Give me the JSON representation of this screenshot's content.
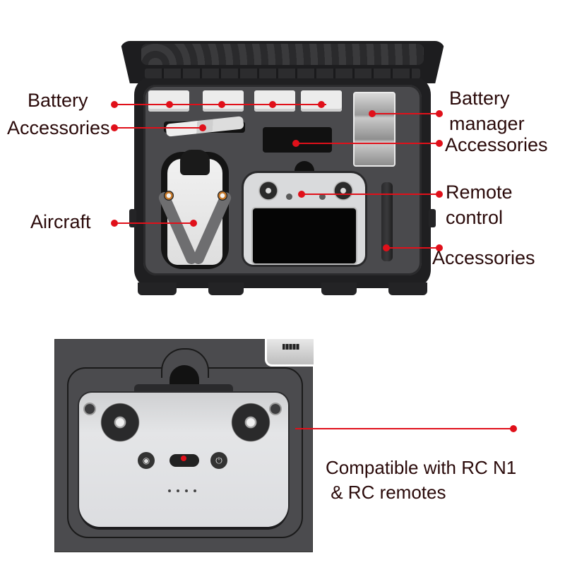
{
  "colors": {
    "text": "#2a0a0a",
    "callout_line": "#e0101a",
    "case": "#1f1f21",
    "foam": "#4a4a4d"
  },
  "top_image": {
    "callouts_left": [
      {
        "label": "Battery"
      },
      {
        "label": "Accessories"
      },
      {
        "label": "Aircraft"
      }
    ],
    "callouts_right": [
      {
        "label_line1": "Battery",
        "label_line2": "manager"
      },
      {
        "label": "Accessories"
      },
      {
        "label_line1": "Remote",
        "label_line2": "control"
      },
      {
        "label": "Accessories"
      }
    ]
  },
  "bottom_image": {
    "caption_line1": "Compatible with RC N1",
    "caption_line2": " & RC remotes",
    "power_icon": "⏻",
    "photo_icon": "◉"
  }
}
